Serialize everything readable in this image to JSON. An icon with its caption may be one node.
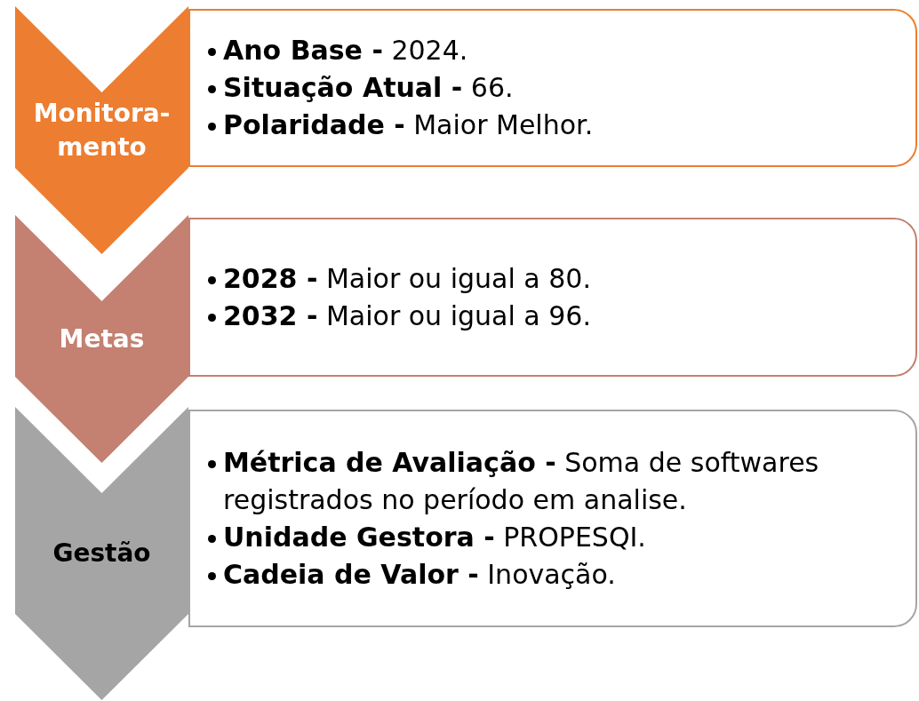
{
  "diagram": {
    "nodes": [
      {
        "text": [
          "Monitora-mento"
        ]
      },
      {
        "text": [
          "**Ano Base -** 2024.",
          "**Situação Atual -** 66.",
          "**Polaridade -** Maior Melhor."
        ]
      },
      {
        "text": [
          "Metas"
        ]
      },
      {
        "text": [
          "**2028 -** Maior ou igual a 80.",
          "**2032 -** Maior ou igual a 96."
        ]
      },
      {
        "text": [
          "Gestão"
        ]
      },
      {
        "text": [
          "**Métrica de Avaliação -** Soma de softwares registrados no período em analise.",
          "**Unidade Gestora -** PROPESQI.",
          "**Cadeia de Valor -** Inovação."
        ]
      }
    ]
  }
}
